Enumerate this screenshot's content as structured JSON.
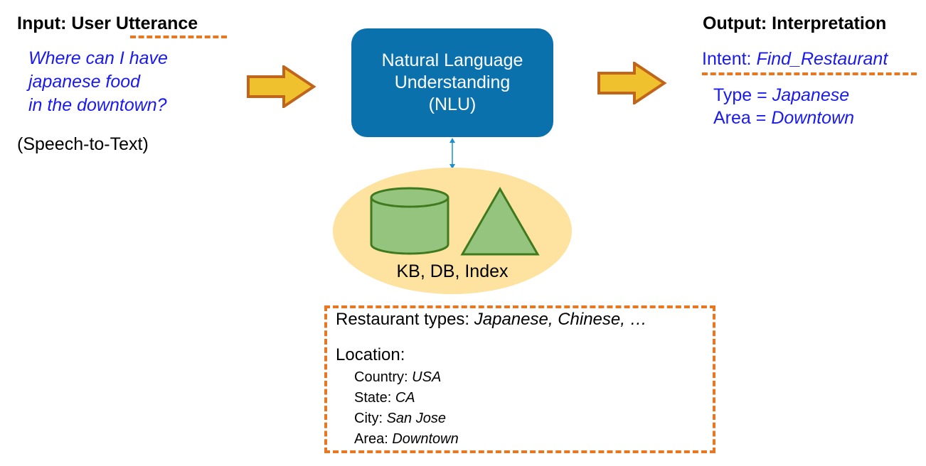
{
  "input": {
    "title": "Input: User Utterance",
    "utterance_lines": [
      "Where can I have",
      "japanese food",
      "in the downtown?"
    ],
    "note": "(Speech-to-Text)"
  },
  "nlu": {
    "lines": [
      "Natural Language",
      "Understanding",
      "(NLU)"
    ]
  },
  "knowledge": {
    "label": "KB, DB, Index"
  },
  "kb_detail": {
    "restaurant_types_label": "Restaurant types: ",
    "restaurant_types_value": "Japanese, Chinese, …",
    "location_label": "Location:",
    "location_items": [
      {
        "key": "Country: ",
        "value": "USA"
      },
      {
        "key": "State: ",
        "value": "CA"
      },
      {
        "key": "City: ",
        "value": "San Jose"
      },
      {
        "key": "Area: ",
        "value": "Downtown"
      }
    ]
  },
  "output": {
    "title": "Output: Interpretation",
    "intent_label": "Intent: ",
    "intent_value": "Find_Restaurant",
    "slots": [
      {
        "key": "Type = ",
        "value": "Japanese"
      },
      {
        "key": "Area = ",
        "value": "Downtown"
      }
    ]
  },
  "colors": {
    "nlu_box": "#0b71ad",
    "arrow_fill": "#f0c12e",
    "arrow_stroke": "#c0651c",
    "dash": "#e87722",
    "ellipse": "#fde2a0",
    "shape_fill": "#94c47d",
    "shape_stroke": "#3f7a1e",
    "connector": "#1b8fd0",
    "text_blue": "#1a1aee"
  }
}
